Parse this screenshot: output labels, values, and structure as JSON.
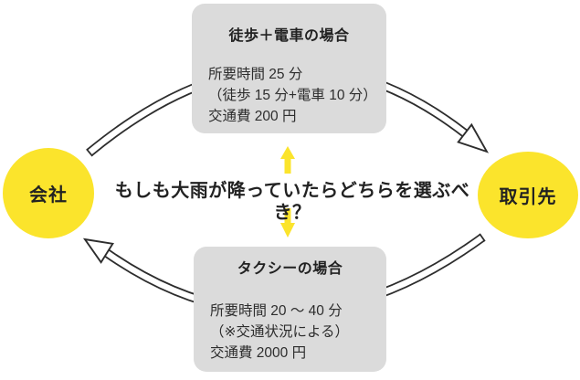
{
  "colors": {
    "yellow": "#FBE42C",
    "cardbg": "#DBDBDB",
    "ink": "#2d2d2d",
    "titleink": "#222222"
  },
  "question": "もしも大雨が降っていたらどちらを選ぶべき？",
  "nodes": {
    "company": {
      "label": "会社"
    },
    "client": {
      "label": "取引先"
    }
  },
  "options": [
    {
      "title": "徒歩＋電車の場合",
      "lines": [
        "所要時間 25 分",
        "（徒歩 15 分+電車 10 分）",
        "交通費 200 円"
      ]
    },
    {
      "title": "タクシーの場合",
      "lines": [
        "所要時間 20 〜 40 分",
        "（※交通状況による）",
        "交通費 2000 円"
      ]
    }
  ],
  "icons": {
    "top_arrow": "curved-hollow-arrow-left-to-right",
    "bottom_arrow": "curved-hollow-arrow-right-to-left",
    "up_arrow": "yellow-arrow-up",
    "down_arrow": "yellow-arrow-down"
  }
}
